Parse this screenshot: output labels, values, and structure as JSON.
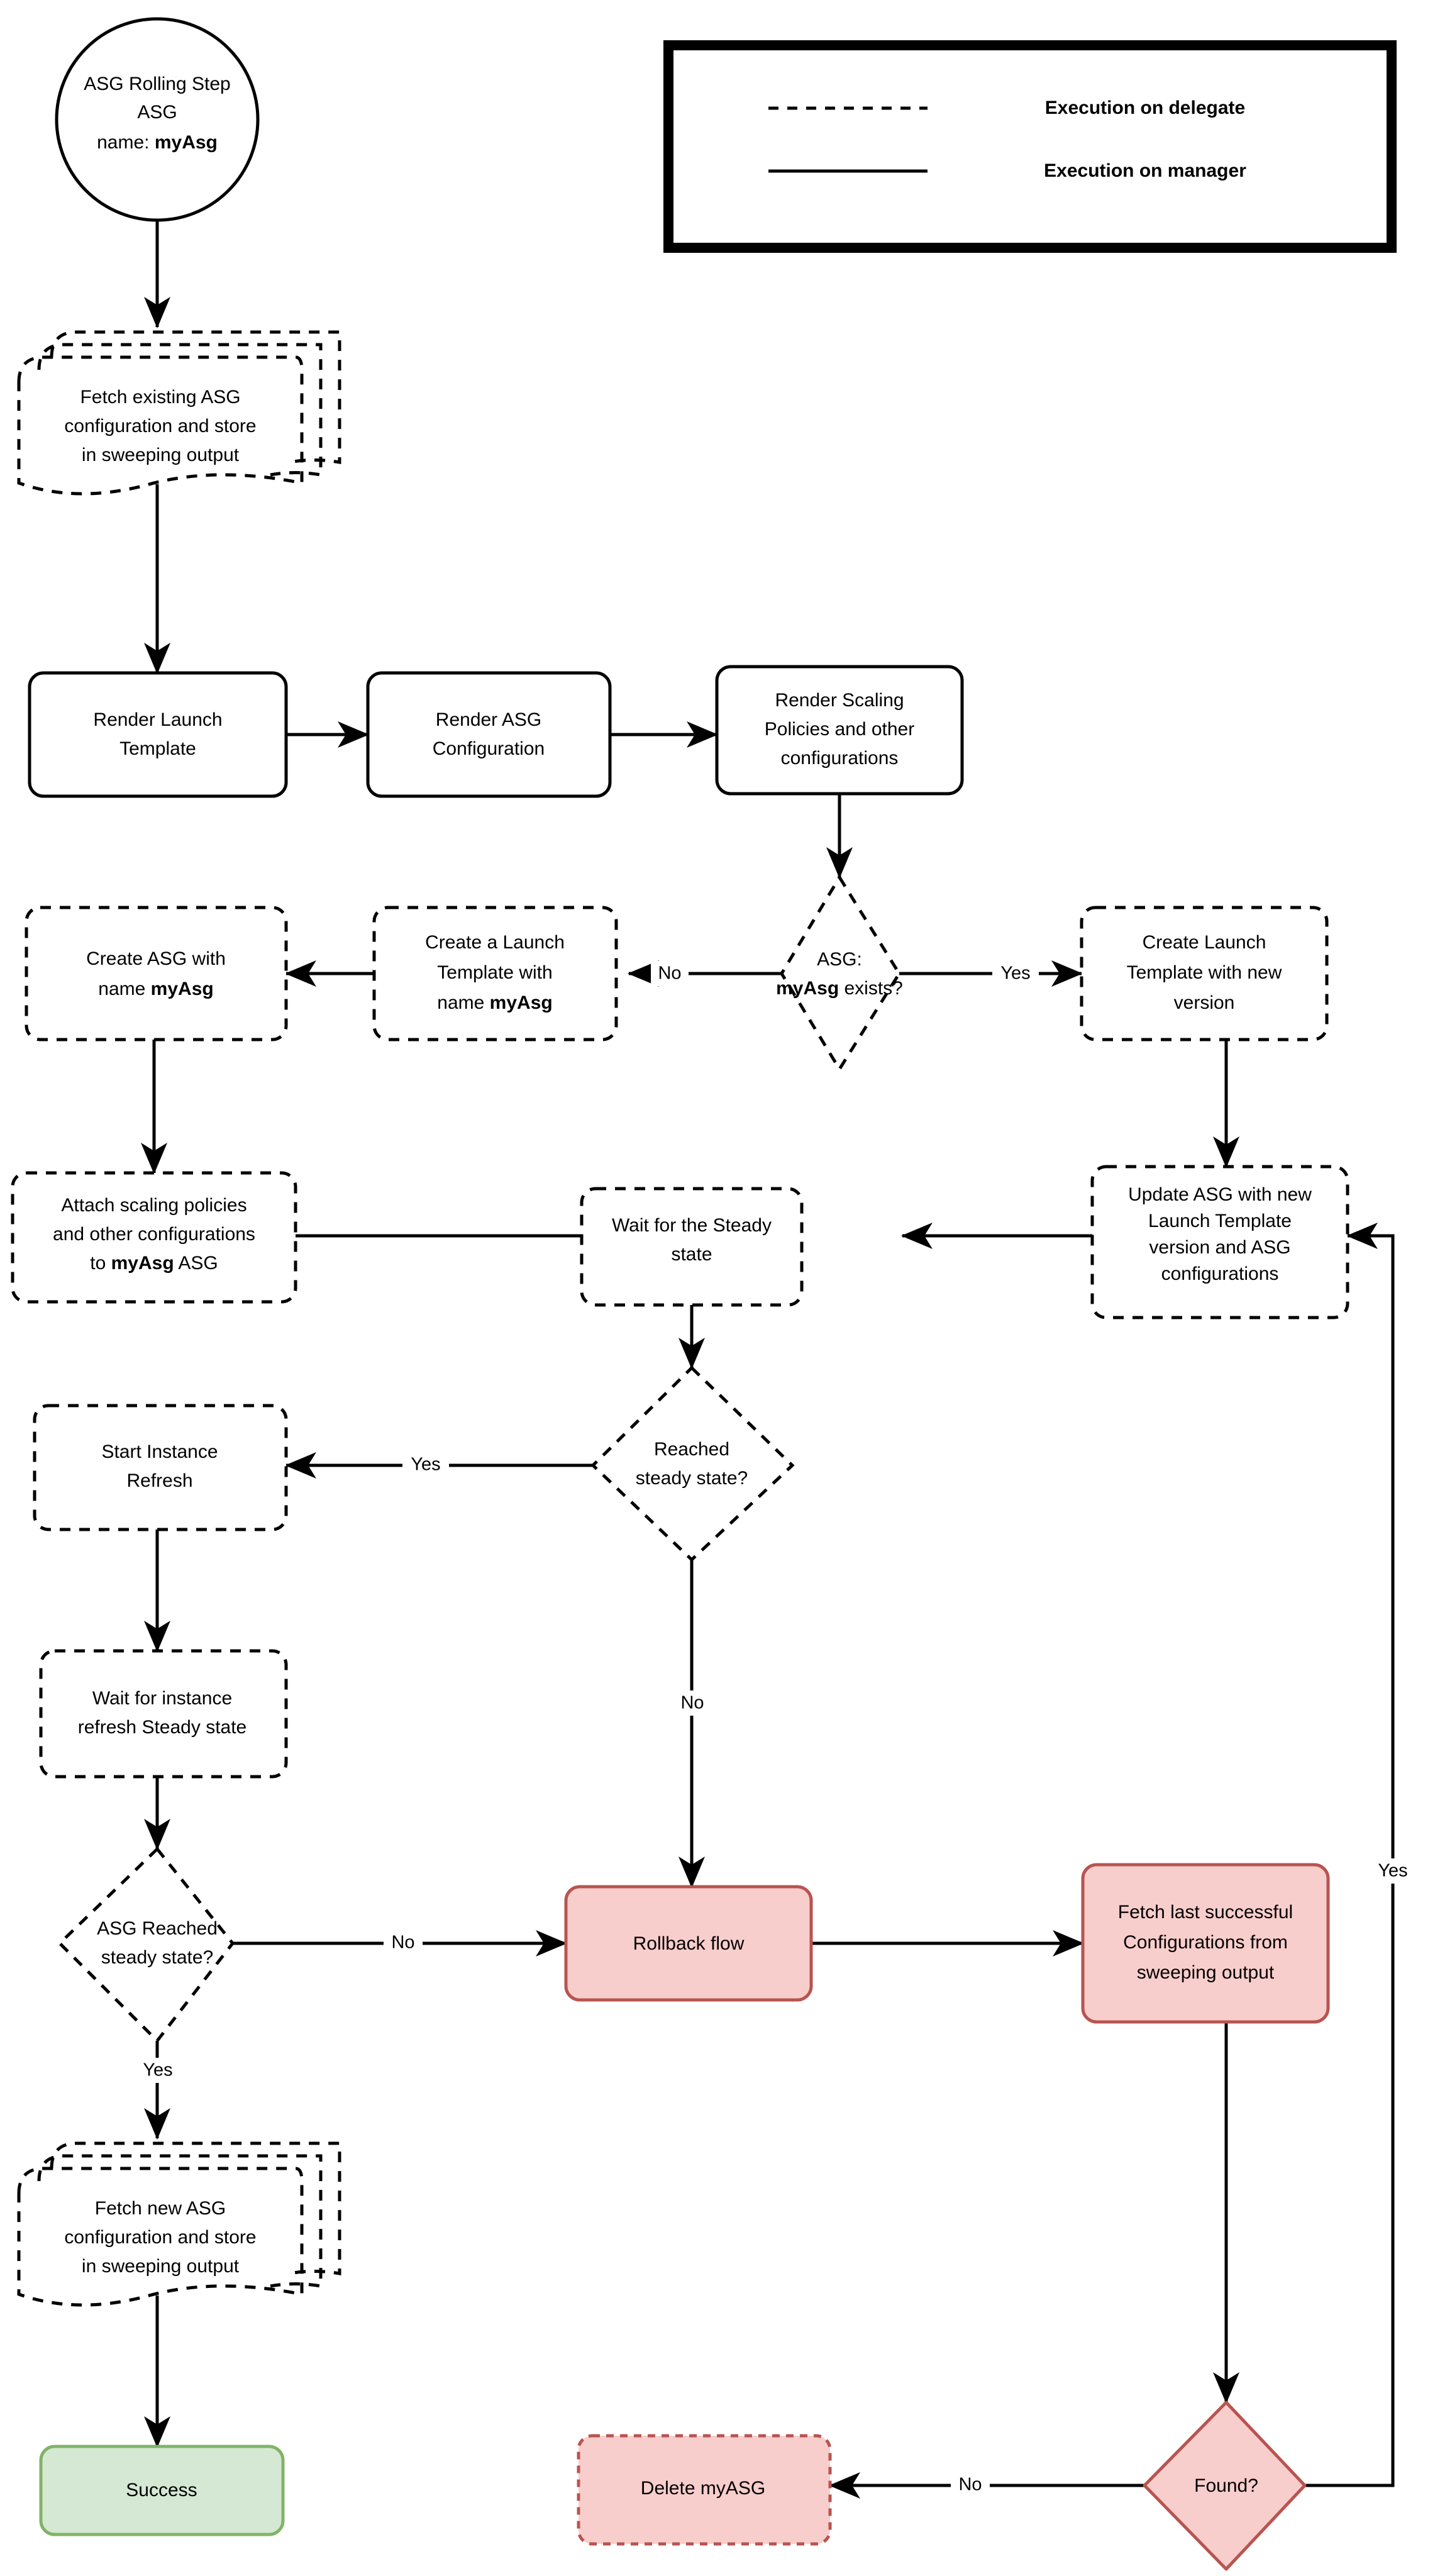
{
  "diagram": {
    "title": "ASG Rolling Step flowchart",
    "colors": {
      "stroke": "#000000",
      "red_fill": "#f8cecc",
      "red_stroke": "#b85450",
      "green_fill": "#d5e8d4",
      "green_stroke": "#82b366",
      "background": "#ffffff"
    }
  },
  "legend": {
    "items": [
      {
        "style": "dashed",
        "label": "Execution on delegate"
      },
      {
        "style": "solid",
        "label": "Execution on manager"
      }
    ]
  },
  "nodes": {
    "start": {
      "lines": [
        "ASG Rolling Step",
        "ASG",
        "name: ",
        "myAsg"
      ],
      "line3_prefix": "name: ",
      "line3_bold": "myAsg",
      "shape": "circle",
      "style": "solid"
    },
    "fetch_existing": {
      "lines": [
        "Fetch existing ASG",
        "configuration and store",
        "in sweeping output"
      ],
      "shape": "multi-document",
      "style": "dashed"
    },
    "render_launch": {
      "lines": [
        "Render Launch",
        "Template"
      ],
      "shape": "rounded-rect",
      "style": "solid"
    },
    "render_asg": {
      "lines": [
        "Render ASG",
        "Configuration"
      ],
      "shape": "rounded-rect",
      "style": "solid"
    },
    "render_scaling": {
      "lines": [
        "Render Scaling",
        "Policies and other",
        "configurations"
      ],
      "shape": "rounded-rect",
      "style": "solid"
    },
    "asg_exists": {
      "lines": [
        "ASG:",
        "myAsg exists?"
      ],
      "line2_bold": "myAsg",
      "line2_rest": " exists?",
      "shape": "diamond",
      "style": "dashed"
    },
    "create_lt_myasg": {
      "lines": [
        "Create a Launch",
        "Template with",
        "name myAsg"
      ],
      "line3_prefix": "name ",
      "line3_bold": "myAsg",
      "shape": "rounded-rect",
      "style": "dashed"
    },
    "create_asg": {
      "lines": [
        "Create ASG with",
        "name myAsg"
      ],
      "line2_prefix": "name ",
      "line2_bold": "myAsg",
      "shape": "rounded-rect",
      "style": "dashed"
    },
    "create_lt_newver": {
      "lines": [
        "Create Launch",
        "Template with new",
        "version"
      ],
      "shape": "rounded-rect",
      "style": "dashed"
    },
    "attach_policies": {
      "lines": [
        "Attach scaling policies",
        "and other configurations",
        "to myAsg ASG"
      ],
      "line3_prefix": "to ",
      "line3_bold": "myAsg",
      "line3_suffix": " ASG",
      "shape": "rounded-rect",
      "style": "dashed"
    },
    "wait_steady": {
      "lines": [
        "Wait for the Steady",
        "state"
      ],
      "shape": "rounded-rect",
      "style": "dashed"
    },
    "update_asg": {
      "lines": [
        "Update ASG with new",
        "Launch Template",
        "version and ASG",
        "configurations"
      ],
      "shape": "rounded-rect",
      "style": "dashed"
    },
    "reached_steady": {
      "lines": [
        "Reached",
        "steady state?"
      ],
      "shape": "diamond",
      "style": "dashed"
    },
    "start_refresh": {
      "lines": [
        "Start Instance",
        "Refresh"
      ],
      "shape": "rounded-rect",
      "style": "dashed"
    },
    "wait_refresh": {
      "lines": [
        "Wait for instance",
        "refresh Steady state"
      ],
      "shape": "rounded-rect",
      "style": "dashed"
    },
    "asg_reached": {
      "lines": [
        "ASG Reached",
        "steady state?"
      ],
      "shape": "diamond",
      "style": "dashed"
    },
    "rollback_flow": {
      "lines": [
        "Rollback flow"
      ],
      "shape": "rounded-rect",
      "style": "solid",
      "fill": "red"
    },
    "fetch_last": {
      "lines": [
        "Fetch last successful",
        "Configurations from",
        "sweeping output"
      ],
      "shape": "rounded-rect",
      "style": "solid",
      "fill": "red"
    },
    "fetch_new": {
      "lines": [
        "Fetch new ASG",
        "configuration and store",
        "in sweeping output"
      ],
      "shape": "multi-document",
      "style": "dashed"
    },
    "success": {
      "lines": [
        "Success"
      ],
      "shape": "rounded-rect",
      "style": "solid",
      "fill": "green"
    },
    "delete_myasg": {
      "lines": [
        "Delete myASG"
      ],
      "shape": "rounded-rect",
      "style": "dashed",
      "fill": "red"
    },
    "found": {
      "lines": [
        "Found?"
      ],
      "shape": "diamond",
      "style": "solid",
      "fill": "red"
    }
  },
  "edge_labels": {
    "exists_no": "No",
    "exists_yes": "Yes",
    "reached_yes": "Yes",
    "reached_no": "No",
    "asg_reached_no": "No",
    "asg_reached_yes": "Yes",
    "found_no": "No",
    "found_yes": "Yes"
  }
}
